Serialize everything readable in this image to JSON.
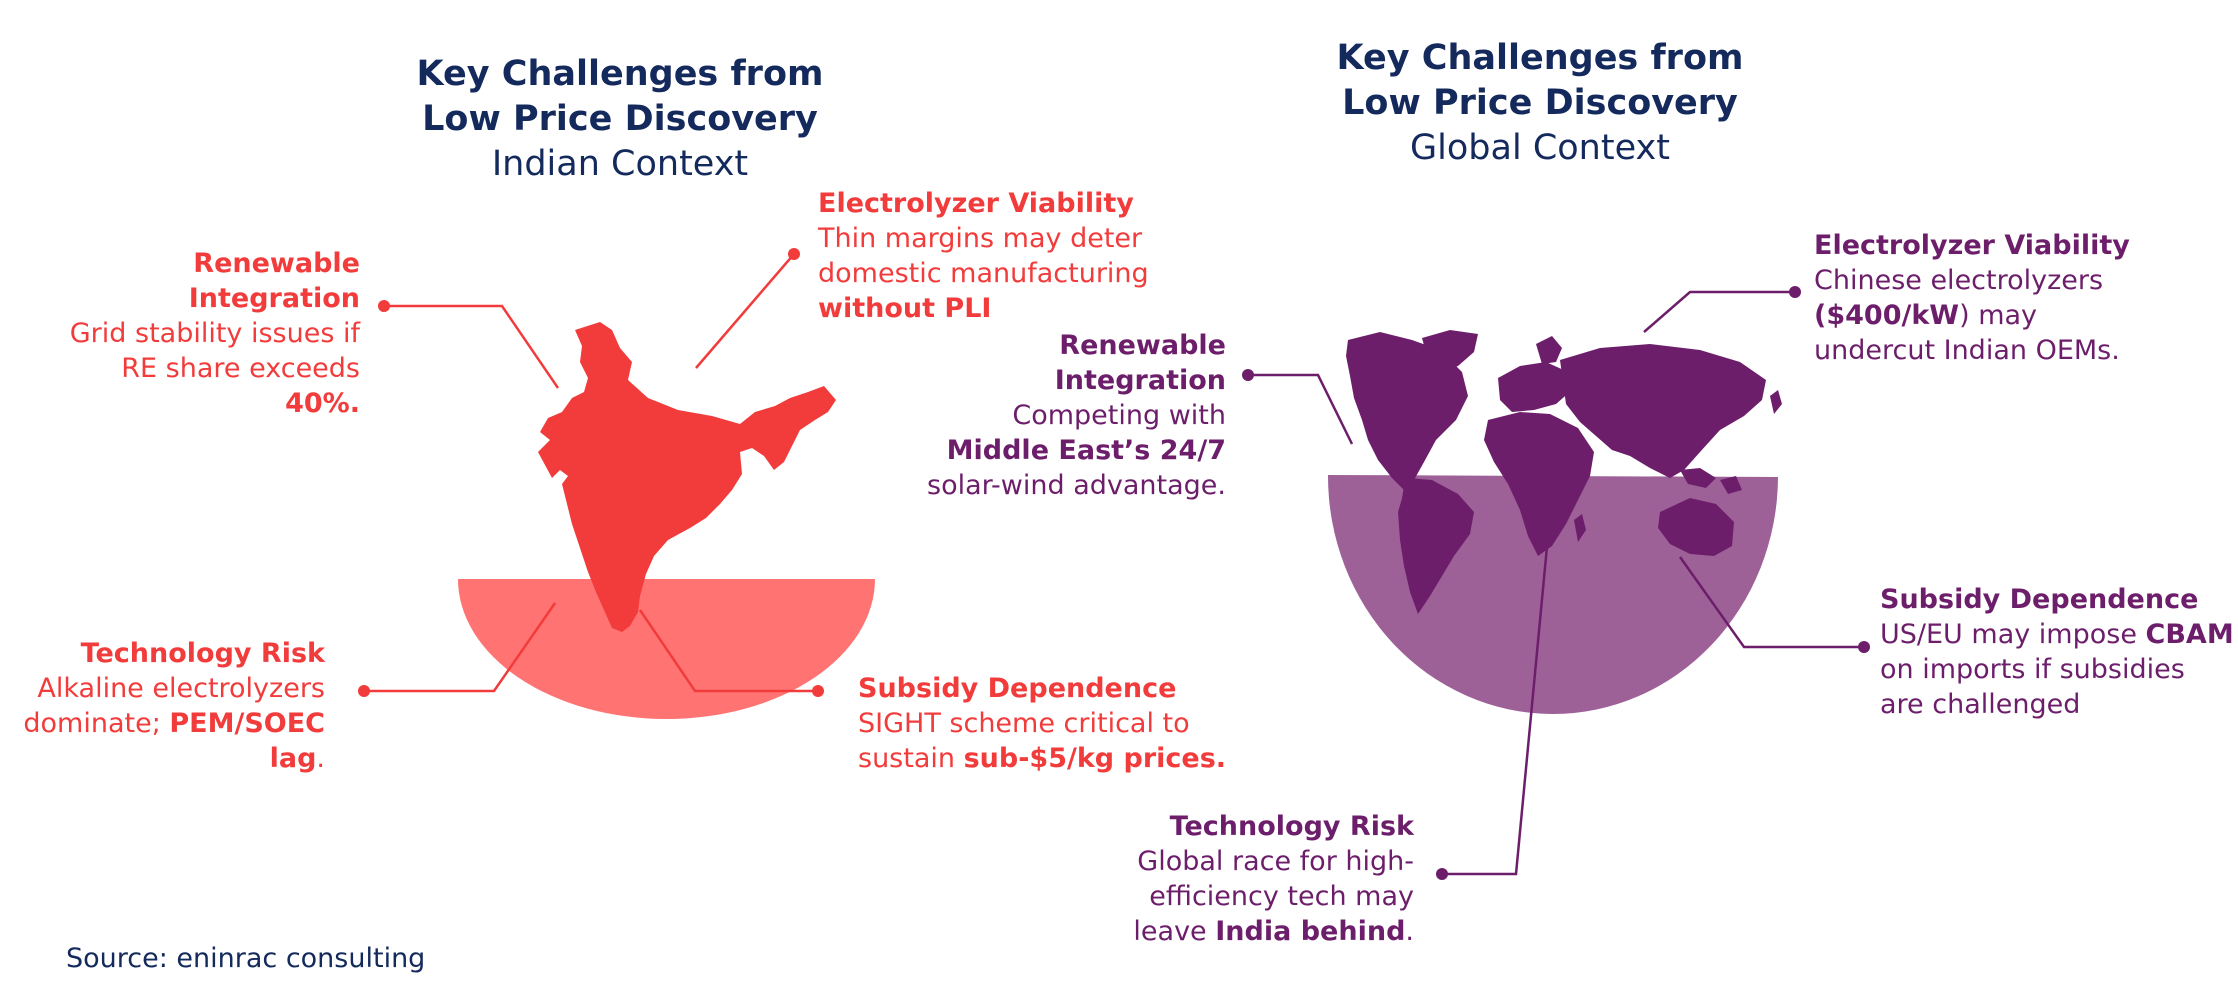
{
  "source": "Source: eninrac consulting",
  "colors": {
    "red": "#f23b3b",
    "red_light": "#ff7472",
    "purple": "#6d1e6b",
    "purple_light": "#9d6198",
    "navy": "#142a5c"
  },
  "india": {
    "title": "Key Challenges from Low Price Discovery",
    "subtitle": "Indian Context",
    "map_icon": "india-map-icon",
    "renewable": {
      "heading": "Renewable Integration",
      "l1": "Grid stability issues if",
      "l2": "RE share exceeds",
      "l3b": "40%."
    },
    "electrolyzer": {
      "heading": "Electrolyzer Viability",
      "l1": "Thin margins may deter",
      "l2": "domestic manufacturing",
      "l3b": "without PLI"
    },
    "technology": {
      "heading": "Technology Risk",
      "l1": "Alkaline electrolyzers",
      "l2a": "dominate; ",
      "l2b": "PEM/SOEC",
      "l3b": "lag",
      "l3c": "."
    },
    "subsidy": {
      "heading": "Subsidy Dependence",
      "l1": "SIGHT scheme critical to",
      "l2a": "sustain ",
      "l2b": "sub-$5/kg prices."
    }
  },
  "global": {
    "title": "Key Challenges from Low Price Discovery",
    "subtitle": "Global Context",
    "map_icon": "world-map-icon",
    "electrolyzer": {
      "heading": "Electrolyzer Viability",
      "l1": "Chinese electrolyzers",
      "l2b": "($400/kW",
      "l2c": ") may",
      "l3": "undercut Indian OEMs."
    },
    "renewable": {
      "heading": "Renewable Integration",
      "l1": "Competing with",
      "l2b": "Middle East’s 24/7",
      "l3": "solar-wind advantage."
    },
    "subsidy": {
      "heading": "Subsidy Dependence",
      "l1a": "US/EU may impose ",
      "l1b": "CBAM",
      "l2": "on imports if subsidies",
      "l3": "are challenged"
    },
    "technology": {
      "heading": "Technology Risk",
      "l1": "Global race for high-",
      "l2": "efficiency tech may",
      "l3a": "leave ",
      "l3b": "India behind",
      "l3c": "."
    }
  }
}
